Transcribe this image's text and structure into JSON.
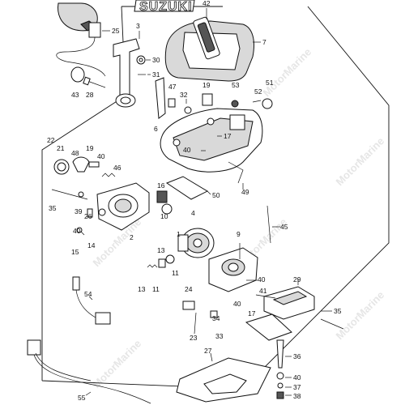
{
  "diagram": {
    "brand_text": "SUZUKI",
    "watermark_text": "MotorMarine",
    "callouts": [
      {
        "key": "c1",
        "text": "1"
      },
      {
        "key": "c2",
        "text": "2"
      },
      {
        "key": "c3",
        "text": "3"
      },
      {
        "key": "c4",
        "text": "4"
      },
      {
        "key": "c6",
        "text": "6"
      },
      {
        "key": "c7",
        "text": "7"
      },
      {
        "key": "c9",
        "text": "9"
      },
      {
        "key": "c10",
        "text": "10"
      },
      {
        "key": "c11",
        "text": "11"
      },
      {
        "key": "c13",
        "text": "13"
      },
      {
        "key": "c14",
        "text": "14"
      },
      {
        "key": "c15",
        "text": "15"
      },
      {
        "key": "c16",
        "text": "16"
      },
      {
        "key": "c17a",
        "text": "17"
      },
      {
        "key": "c17b",
        "text": "17"
      },
      {
        "key": "c19",
        "text": "19"
      },
      {
        "key": "c21",
        "text": "21"
      },
      {
        "key": "c22",
        "text": "22"
      },
      {
        "key": "c23",
        "text": "23"
      },
      {
        "key": "c24",
        "text": "24"
      },
      {
        "key": "c25",
        "text": "25"
      },
      {
        "key": "c26",
        "text": "26"
      },
      {
        "key": "c27",
        "text": "27"
      },
      {
        "key": "c28",
        "text": "28"
      },
      {
        "key": "c29",
        "text": "29"
      },
      {
        "key": "c30",
        "text": "30"
      },
      {
        "key": "c31",
        "text": "31"
      },
      {
        "key": "c32",
        "text": "32"
      },
      {
        "key": "c33",
        "text": "33"
      },
      {
        "key": "c34",
        "text": "34"
      },
      {
        "key": "c35a",
        "text": "35"
      },
      {
        "key": "c35b",
        "text": "35"
      },
      {
        "key": "c36",
        "text": "36"
      },
      {
        "key": "c37",
        "text": "37"
      },
      {
        "key": "c38",
        "text": "38"
      },
      {
        "key": "c39",
        "text": "39"
      },
      {
        "key": "c40a",
        "text": "40"
      },
      {
        "key": "c40b",
        "text": "40"
      },
      {
        "key": "c40c",
        "text": "40"
      },
      {
        "key": "c40d",
        "text": "40"
      },
      {
        "key": "c40e",
        "text": "40"
      },
      {
        "key": "c41",
        "text": "41"
      },
      {
        "key": "c42",
        "text": "42"
      },
      {
        "key": "c43",
        "text": "43"
      },
      {
        "key": "c45",
        "text": "45"
      },
      {
        "key": "c46",
        "text": "46"
      },
      {
        "key": "c47",
        "text": "47"
      },
      {
        "key": "c48",
        "text": "48"
      },
      {
        "key": "c49",
        "text": "49"
      },
      {
        "key": "c50",
        "text": "50"
      },
      {
        "key": "c51",
        "text": "51"
      },
      {
        "key": "c52",
        "text": "52"
      },
      {
        "key": "c53",
        "text": "53"
      },
      {
        "key": "c54",
        "text": "54"
      },
      {
        "key": "c55",
        "text": "55"
      }
    ]
  }
}
